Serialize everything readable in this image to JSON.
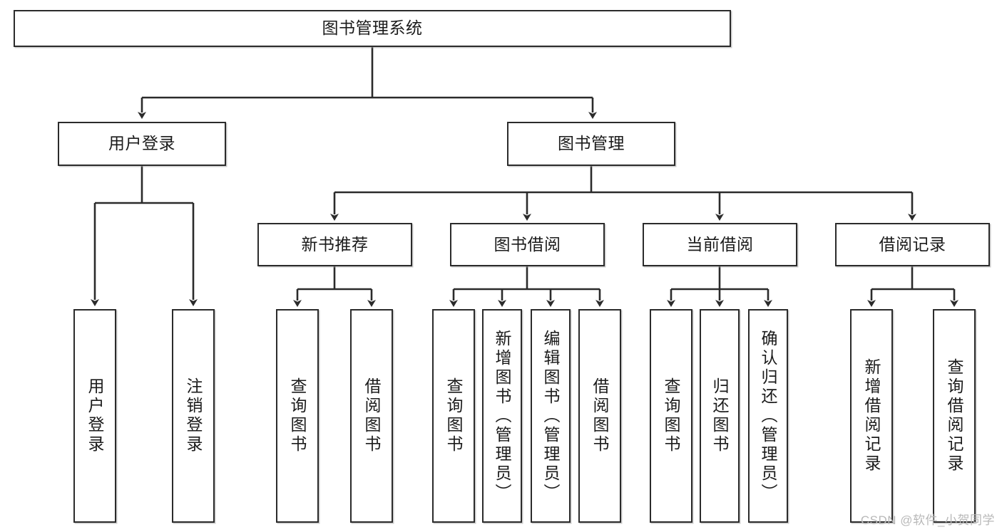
{
  "diagram": {
    "title": "图书管理系统",
    "type": "tree-hierarchy-diagram",
    "colors": {
      "box_border": "#2b2b2b",
      "box_fill": "#ffffff",
      "connector": "#2b2b2b",
      "background": "#ffffff",
      "watermark": "#b8b8b8"
    }
  },
  "nodes": {
    "root": {
      "label": "图书管理系统"
    },
    "level1": [
      {
        "id": "user-login",
        "label": "用户登录"
      },
      {
        "id": "book-manage",
        "label": "图书管理"
      }
    ],
    "level2": [
      {
        "id": "new-book-recommend",
        "label": "新书推荐"
      },
      {
        "id": "book-borrow",
        "label": "图书借阅"
      },
      {
        "id": "current-borrow",
        "label": "当前借阅"
      },
      {
        "id": "borrow-record",
        "label": "借阅记录"
      }
    ],
    "leaves": {
      "user_login": [
        {
          "id": "leaf-user-login",
          "label": "用户登录"
        },
        {
          "id": "leaf-logout-login",
          "label": "注销登录"
        }
      ],
      "new_book_recommend": [
        {
          "id": "leaf-query-book-1",
          "label": "查询图书"
        },
        {
          "id": "leaf-borrow-book-1",
          "label": "借阅图书"
        }
      ],
      "book_borrow": [
        {
          "id": "leaf-query-book-2",
          "label": "查询图书"
        },
        {
          "id": "leaf-add-book",
          "label": "新增图书（管理员）"
        },
        {
          "id": "leaf-edit-book",
          "label": "编辑图书（管理员）"
        },
        {
          "id": "leaf-borrow-book-2",
          "label": "借阅图书"
        }
      ],
      "current_borrow": [
        {
          "id": "leaf-query-book-3",
          "label": "查询图书"
        },
        {
          "id": "leaf-return-book",
          "label": "归还图书"
        },
        {
          "id": "leaf-confirm-return",
          "label": "确认归还（管理员）"
        }
      ],
      "borrow_record": [
        {
          "id": "leaf-add-record",
          "label": "新增借阅记录"
        },
        {
          "id": "leaf-query-record",
          "label": "查询借阅记录"
        }
      ]
    }
  },
  "watermark": {
    "text": "CSDN @软件_小贺同学"
  }
}
